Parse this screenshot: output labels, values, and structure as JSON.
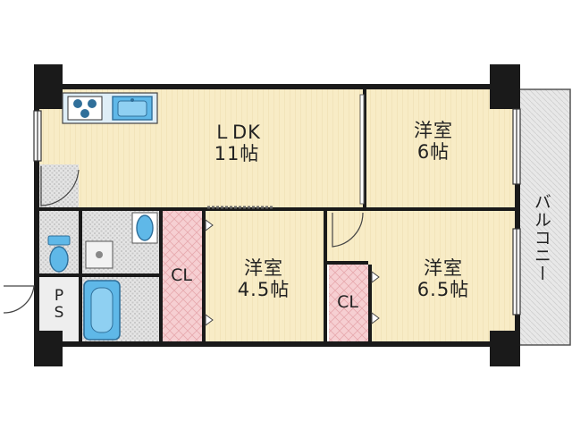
{
  "rooms": {
    "ldk": {
      "name": "ＬDK",
      "size": "11帖"
    },
    "western1": {
      "name": "洋室",
      "size": "6帖"
    },
    "western2": {
      "name": "洋室",
      "size": "4.5帖"
    },
    "western3": {
      "name": "洋室",
      "size": "6.5帖"
    },
    "closet1": {
      "name": "CL"
    },
    "closet2": {
      "name": "CL"
    },
    "ps": {
      "line1": "P",
      "line2": "S"
    },
    "balcony": {
      "name": "バルコニー"
    }
  },
  "colors": {
    "wall": "#1a1a1a",
    "wood_floor": "#f8ecc6",
    "closet_fill": "#f6cfd2",
    "wet_tile": "#dcdcdc",
    "fixture_blue": "#5fb8e8",
    "fixture_dark": "#2f6f9a",
    "balcony_fill": "#e6e6e6"
  },
  "icons": [
    "stove-icon",
    "sink-icon",
    "washbasin-icon",
    "toilet-icon",
    "bathtub-icon",
    "washer-pan-icon",
    "door-swing-icon",
    "window-icon"
  ]
}
